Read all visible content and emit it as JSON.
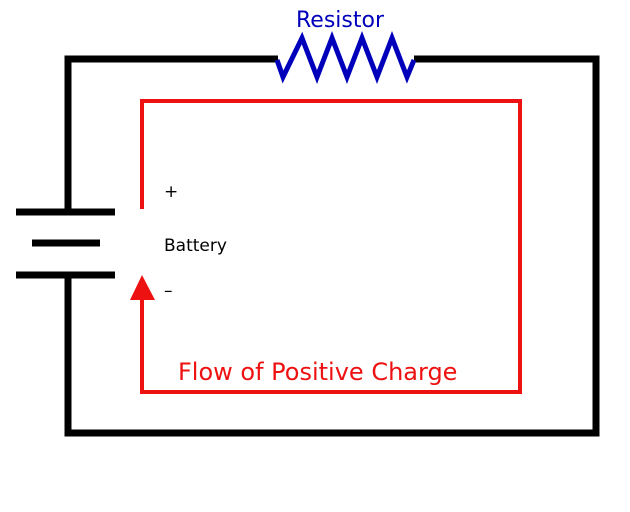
{
  "labels": {
    "resistor": "Resistor",
    "plus": "+",
    "battery": "Battery",
    "minus": "–",
    "flow": "Flow of Positive Charge"
  },
  "colors": {
    "wire": "#000000",
    "resistor": "#0000bb",
    "flow": "#ee1111",
    "text": "#000000"
  }
}
